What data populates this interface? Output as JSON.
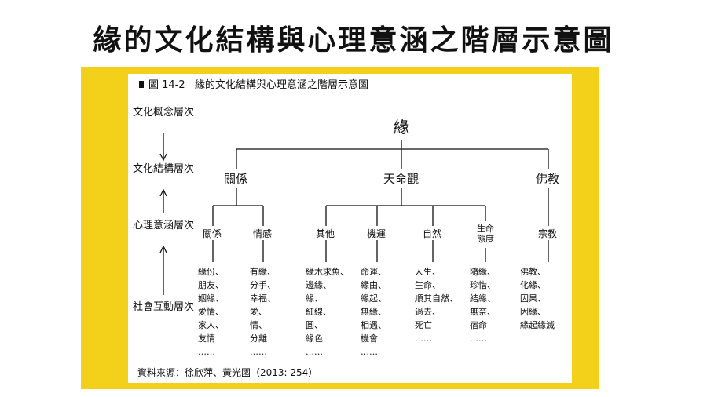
{
  "slide_title": "緣的文化結構與心理意涵之階層示意圖",
  "figure": {
    "caption_number": "圖 14-2",
    "caption_text": "緣的文化結構與心理意涵之階層示意圖",
    "source": "資料來源：徐欣萍、黃光國（2013: 254）"
  },
  "levels": [
    "文化概念層次",
    "文化結構層次",
    "心理意涵層次",
    "社會互動層次"
  ],
  "root": "緣",
  "structures": [
    "關係",
    "天命觀",
    "佛教"
  ],
  "meanings": [
    "關係",
    "情感",
    "其他",
    "機運",
    "自然",
    "生命態度",
    "宗教"
  ],
  "words": [
    [
      "緣份、",
      "朋友、",
      "姻緣、",
      "愛情、",
      "家人、",
      "友情",
      "……"
    ],
    [
      "有緣、",
      "分手、",
      "幸福、",
      "愛、",
      "情、",
      "分離",
      "……"
    ],
    [
      "緣木求魚、",
      "邊緣、",
      "緣、",
      "紅線、",
      "圓、",
      "緣色",
      "……"
    ],
    [
      "命運、",
      "緣由、",
      "緣起、",
      "無緣、",
      "相遇、",
      "機會",
      "……"
    ],
    [
      "人生、",
      "生命、",
      "順其自然、",
      "過去、",
      "死亡",
      "……"
    ],
    [
      "隨緣、",
      "珍惜、",
      "結緣、",
      "無奈、",
      "宿命",
      "……"
    ],
    [
      "佛教、",
      "化緣、",
      "因果、",
      "因緣、",
      "緣起緣滅"
    ]
  ]
}
